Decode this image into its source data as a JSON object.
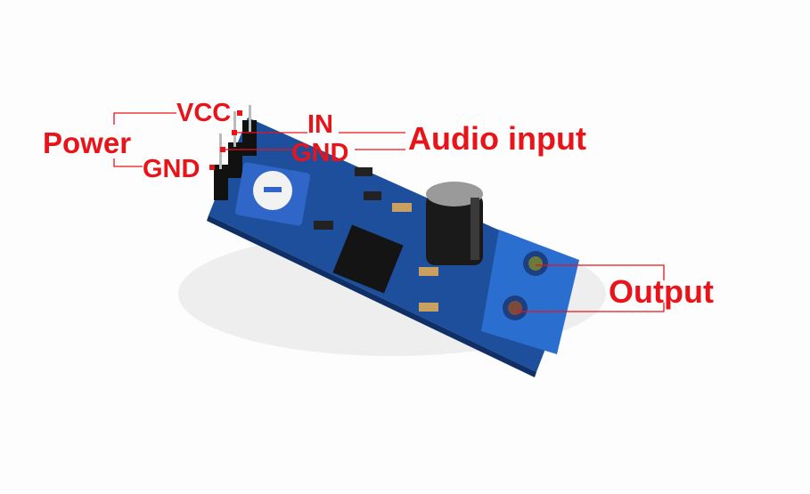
{
  "labels": {
    "power": "Power",
    "vcc": "VCC",
    "gnd_power": "GND",
    "in": "IN",
    "gnd_audio": "GND",
    "audio_input": "Audio input",
    "output": "Output"
  },
  "colors": {
    "annotation": "#e8141a",
    "pcb": "#1d4f9c",
    "terminal_block": "#2a6fd0"
  }
}
